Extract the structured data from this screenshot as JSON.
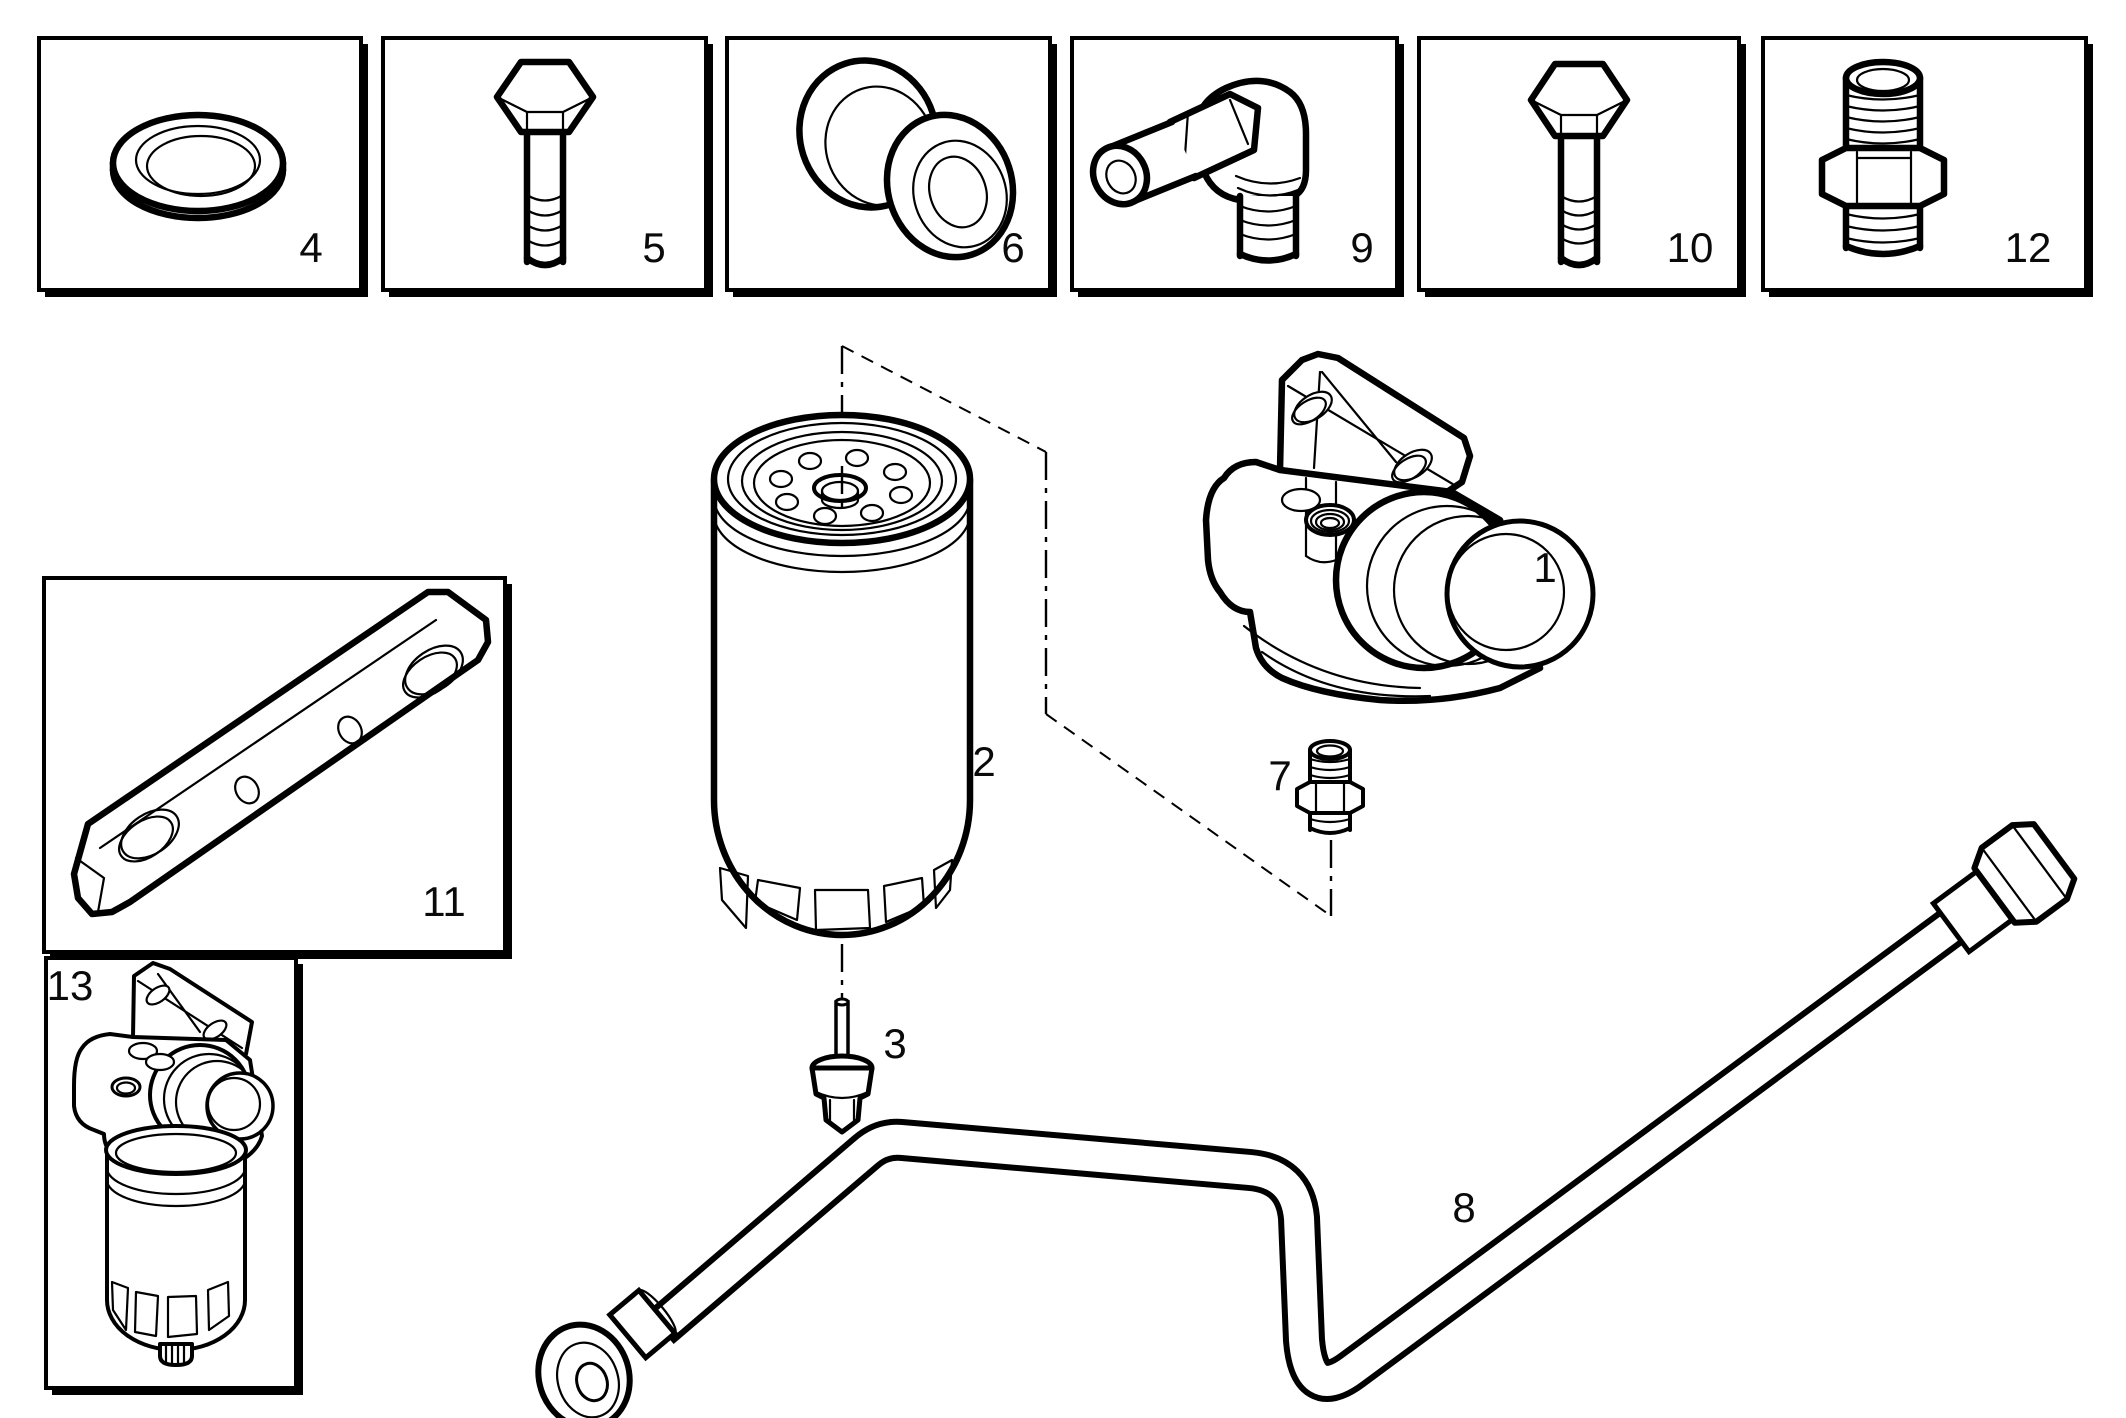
{
  "diagram": {
    "type": "exploded-parts-diagram",
    "background_color": "#ffffff",
    "line_color": "#000000",
    "labels": {
      "part1": "1",
      "part2": "2",
      "part3": "3",
      "part4": "4",
      "part5": "5",
      "part6": "6",
      "part7": "7",
      "part8": "8",
      "part9": "9",
      "part10": "10",
      "part11": "11",
      "part12": "12",
      "part13": "13"
    }
  }
}
